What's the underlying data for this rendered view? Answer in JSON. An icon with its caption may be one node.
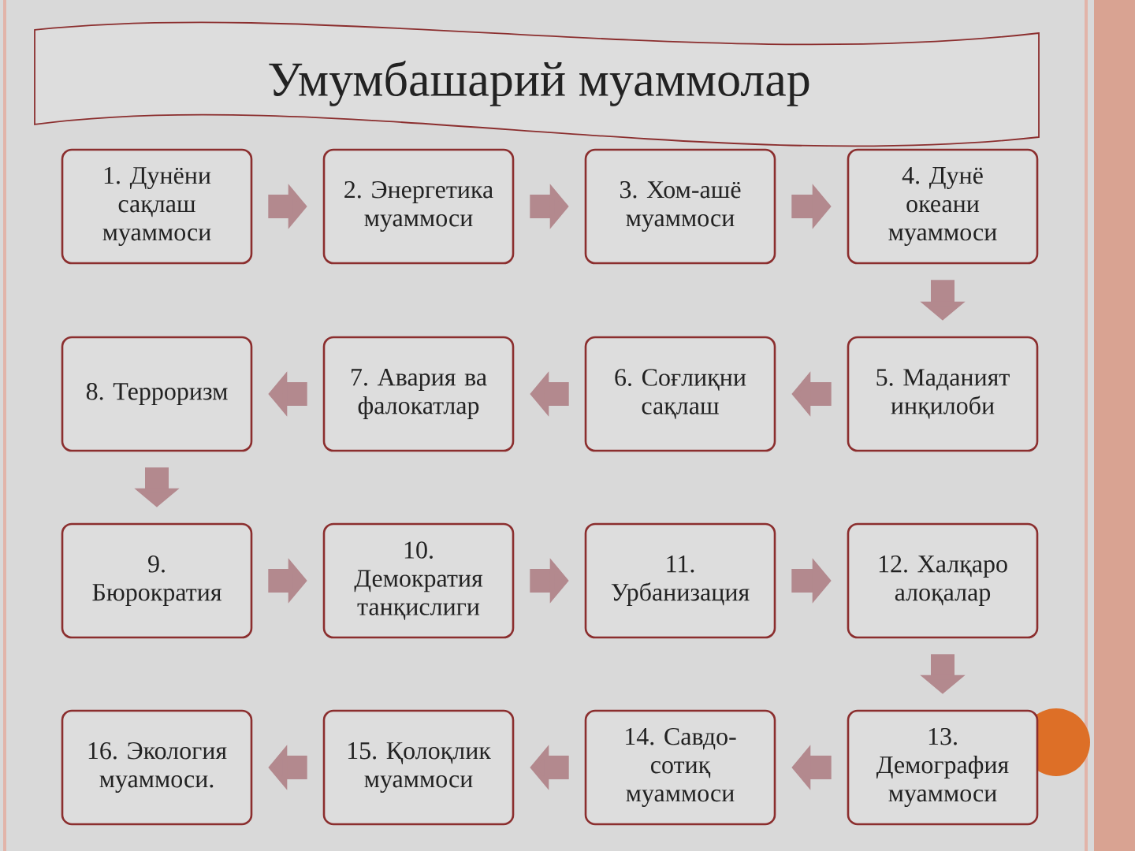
{
  "diagram": {
    "title": "Умумбашарий муаммолар",
    "nodes": [
      {
        "text": [
          "1. Дунёни сақлаш муаммоси"
        ]
      },
      {
        "text": [
          "2. Энергетика муаммоси"
        ]
      },
      {
        "text": [
          "3. Хом-ашё муаммоси"
        ]
      },
      {
        "text": [
          "4. Дунё океани муаммоси"
        ]
      },
      {
        "text": [
          "5. Маданият инқилоби"
        ]
      },
      {
        "text": [
          "6. Соғлиқни сақлаш"
        ]
      },
      {
        "text": [
          "7. Авария ва фалокатлар"
        ]
      },
      {
        "text": [
          "8. Терроризм"
        ]
      },
      {
        "text": [
          "9. Бюрократия"
        ]
      },
      {
        "text": [
          "10. Демократия танқислиги"
        ]
      },
      {
        "text": [
          "11. Урбанизация"
        ]
      },
      {
        "text": [
          "12. Халқаро алоқалар"
        ]
      },
      {
        "text": [
          "13. Демография муаммоси"
        ]
      },
      {
        "text": [
          "14. Савдо-сотиқ муаммоси"
        ]
      },
      {
        "text": [
          "15. Қолоқлик муаммоси"
        ]
      },
      {
        "text": [
          "16. Экология муаммоси."
        ]
      }
    ],
    "edges": [
      {
        "from": 0,
        "to": 1,
        "arrow": "to"
      },
      {
        "from": 1,
        "to": 2,
        "arrow": "to"
      },
      {
        "from": 2,
        "to": 3,
        "arrow": "to"
      },
      {
        "from": 3,
        "to": 4,
        "arrow": "to"
      },
      {
        "from": 4,
        "to": 5,
        "arrow": "to"
      },
      {
        "from": 5,
        "to": 6,
        "arrow": "to"
      },
      {
        "from": 6,
        "to": 7,
        "arrow": "to"
      },
      {
        "from": 7,
        "to": 8,
        "arrow": "to"
      },
      {
        "from": 8,
        "to": 9,
        "arrow": "to"
      },
      {
        "from": 9,
        "to": 10,
        "arrow": "to"
      },
      {
        "from": 10,
        "to": 11,
        "arrow": "to"
      },
      {
        "from": 11,
        "to": 12,
        "arrow": "to"
      },
      {
        "from": 12,
        "to": 13,
        "arrow": "to"
      },
      {
        "from": 13,
        "to": 14,
        "arrow": "to"
      },
      {
        "from": 14,
        "to": 15,
        "arrow": "to"
      }
    ]
  }
}
